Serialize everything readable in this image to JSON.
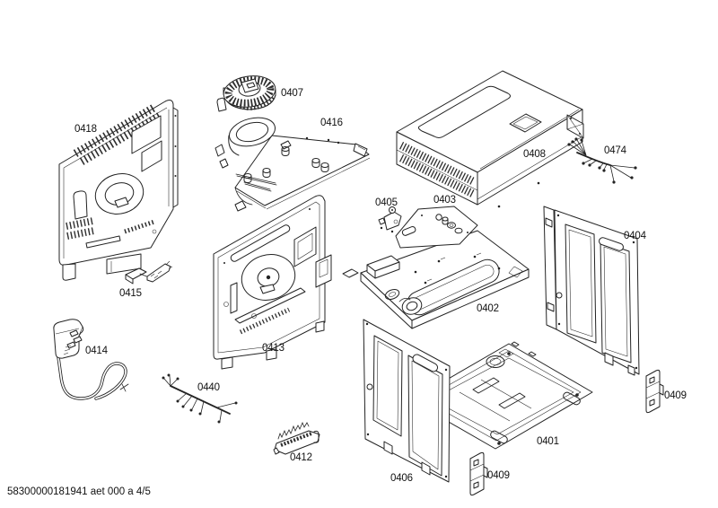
{
  "colors": {
    "background": "#ffffff",
    "line": "#232323",
    "label_text": "#111111"
  },
  "footer": {
    "code_line": "58300000181941 aet 000 a 4/5"
  },
  "parts": [
    {
      "label": "0418"
    },
    {
      "label": "0415"
    },
    {
      "label": "0407"
    },
    {
      "label": "0416"
    },
    {
      "label": "0408"
    },
    {
      "label": "0474"
    },
    {
      "label": "0405"
    },
    {
      "label": "0403"
    },
    {
      "label": "0402"
    },
    {
      "label": "0413"
    },
    {
      "label": "0414"
    },
    {
      "label": "0440"
    },
    {
      "label": "0412"
    },
    {
      "label": "0406"
    },
    {
      "label": "0401"
    },
    {
      "label": "0409"
    },
    {
      "label": "0409"
    }
  ]
}
